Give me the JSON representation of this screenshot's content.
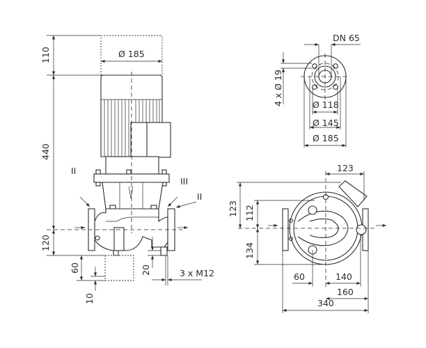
{
  "side_view": {
    "dims": {
      "top_clearance": "110",
      "motor_height": "440",
      "axis_height": "120",
      "base_height": "60",
      "base_offset": "10",
      "foot_height": "20",
      "motor_diameter": "Ø 185",
      "bolts": "3 x M12"
    },
    "callouts": {
      "left": "II",
      "middle": "III",
      "right": "II"
    }
  },
  "flange_view": {
    "nominal": "DN 65",
    "holes": "4 x Ø 19",
    "d1": "Ø 118",
    "d2": "Ø 145",
    "d3": "Ø 185"
  },
  "top_view": {
    "dims": {
      "box_offset": "123",
      "height_upper": "123",
      "upper": "112",
      "lower": "134",
      "left_x": "60",
      "right_x": "140",
      "flange_half": "160",
      "overall": "340"
    }
  }
}
